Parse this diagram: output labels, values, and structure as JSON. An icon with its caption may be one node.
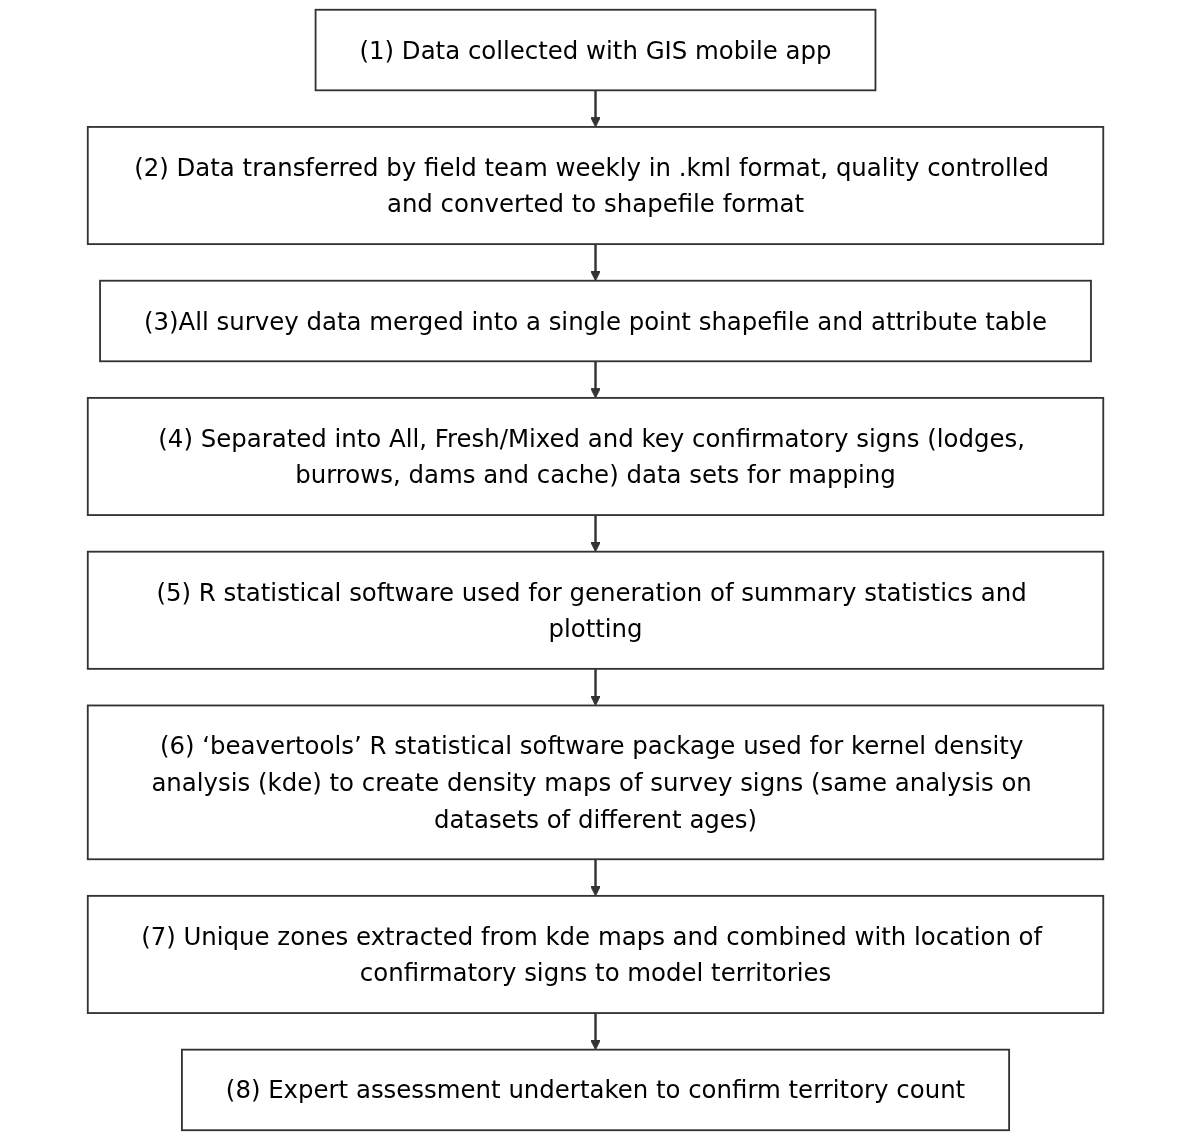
{
  "diagram": {
    "nodes": [
      {
        "text": [
          "(1) Data collected with GIS mobile app"
        ]
      },
      {
        "text": [
          "(2) Data transferred by field team weekly in .kml format, quality controlled and converted to shapefile format"
        ]
      },
      {
        "text": [
          "(3)All survey data merged into a single point shapefile and attribute table"
        ]
      },
      {
        "text": [
          "(4) Separated into All, Fresh/Mixed and key confirmatory signs (lodges, burrows, dams and cache) data sets for mapping"
        ]
      },
      {
        "text": [
          "(5) R statistical software used for generation of summary statistics and plotting"
        ]
      },
      {
        "text": [
          "(6) ‘beavertools’ R statistical software package used for kernel density analysis (kde) to create density maps of survey signs (same analysis on datasets of different ages)"
        ]
      },
      {
        "text": [
          "(7) Unique zones extracted from kde maps and combined with location of confirmatory signs to model territories"
        ]
      },
      {
        "text": [
          "(8) Expert assessment undertaken to confirm territory count"
        ]
      }
    ],
    "edges": [
      {
        "from": 0,
        "to": 1,
        "arrow": "to"
      },
      {
        "from": 1,
        "to": 2,
        "arrow": "to"
      },
      {
        "from": 2,
        "to": 3,
        "arrow": "to"
      },
      {
        "from": 3,
        "to": 4,
        "arrow": "to"
      },
      {
        "from": 4,
        "to": 5,
        "arrow": "to"
      },
      {
        "from": 5,
        "to": 6,
        "arrow": "to"
      },
      {
        "from": 6,
        "to": 7,
        "arrow": "to"
      }
    ]
  }
}
